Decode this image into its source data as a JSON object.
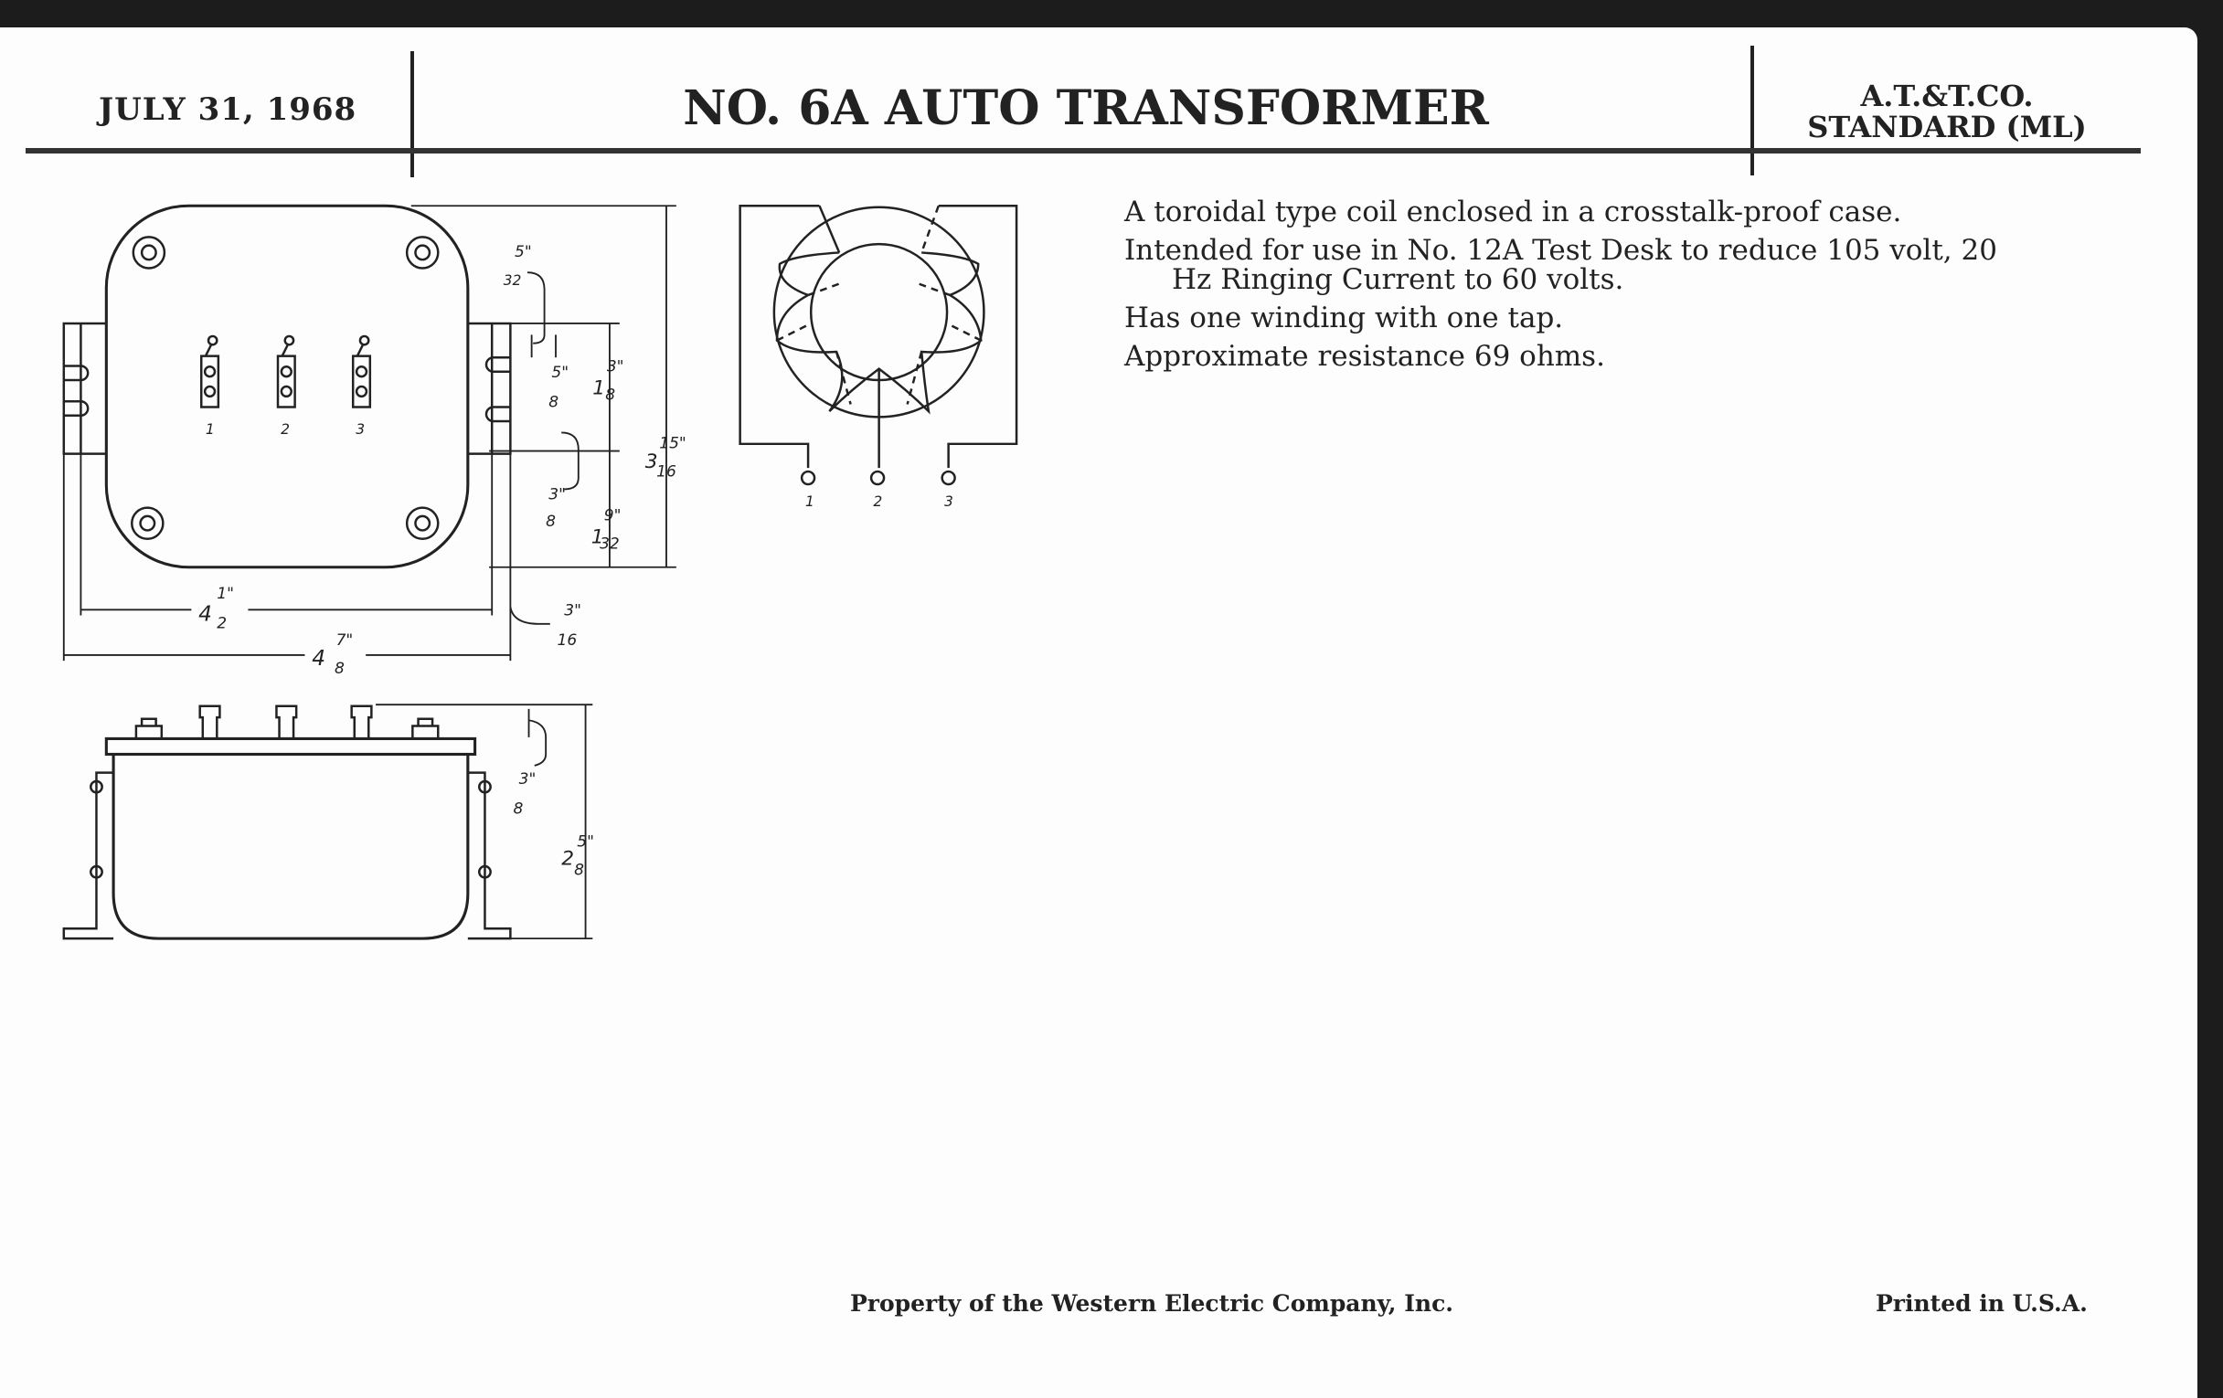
{
  "header": {
    "date": "JULY 31, 1968",
    "title": "NO. 6A AUTO TRANSFORMER",
    "standard_line1": "A.T.&T.CO.",
    "standard_line2": "STANDARD (ML)"
  },
  "description": [
    "A toroidal type coil enclosed in a crosstalk-proof case.",
    "Intended for use in No. 12A Test Desk to reduce 105 volt, 20",
    "Hz Ringing Current to 60 volts.",
    "Has one winding with one tap.",
    "Approximate resistance 69 ohms."
  ],
  "drawing": {
    "terminals": [
      "1",
      "2",
      "3"
    ],
    "dims": {
      "d_5_32": [
        "5\"",
        "32"
      ],
      "d_5_8": [
        "5\"",
        "8"
      ],
      "d_3_8_top": [
        "3\"",
        "8"
      ],
      "d_1_3_8": [
        "1",
        "3\"",
        "8"
      ],
      "d_1_9_32": [
        "1",
        "9\"",
        "32"
      ],
      "d_3_15_16": [
        "3",
        "15\"",
        "16"
      ],
      "d_4_1_2": [
        "4",
        "1\"",
        "2"
      ],
      "d_4_7_8": [
        "4",
        "7\"",
        "8"
      ],
      "d_3_16": [
        "3\"",
        "16"
      ],
      "d_3_8_side": [
        "3\"",
        "8"
      ],
      "d_2_5_8": [
        "2",
        "5\"",
        "8"
      ]
    }
  },
  "footer": {
    "property": "Property of the Western Electric Company, Inc.",
    "printed": "Printed in U.S.A."
  }
}
